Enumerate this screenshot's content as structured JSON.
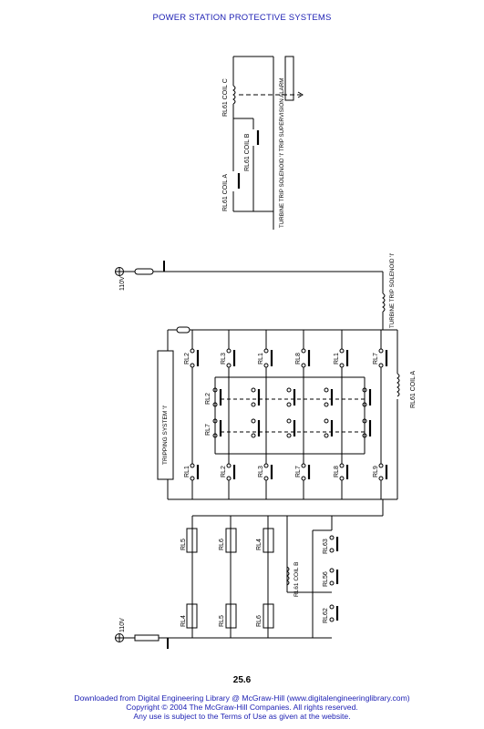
{
  "header": {
    "title": "POWER STATION PROTECTIVE SYSTEMS"
  },
  "diagram": {
    "supply_top": "110V",
    "supply_bottom": "110V",
    "coils": {
      "rl61_coil_c": "RL61 COIL C",
      "rl61_coil_b": "RL61 COIL B",
      "rl61_coil_a": "RL61 COIL A",
      "rl61_coil_b_lower": "RL61 COIL B",
      "rl61_coil_a_right": "RL61 COIL A"
    },
    "solenoids": {
      "trip_solenoid_top": "TURBINE TRIP SOLENOID 'I' TRIP SUPERVISION ALARM",
      "trip_solenoid_mid": "TURBINE TRIP SOLENOID 'I'"
    },
    "tripping_system": "TRIPPING SYSTEM 'I'",
    "relays": {
      "top_row": [
        "RL2",
        "RL3",
        "RL1",
        "RL8",
        "RL1",
        "RL7"
      ],
      "middle_row": [
        "RL2",
        "RL7"
      ],
      "bottom_row": [
        "RL1",
        "RL2",
        "RL3",
        "RL7",
        "RL8",
        "RL9"
      ],
      "lower_upper": [
        "RL5",
        "RL6",
        "RL4"
      ],
      "lower_lower": [
        "RL4",
        "RL5",
        "RL6"
      ],
      "lower_right": [
        "RL63",
        "RL56",
        "RL62"
      ]
    }
  },
  "page": {
    "number": "25.6",
    "footer_line1": "Downloaded from Digital Engineering Library @ McGraw-Hill (www.digitalengineeringlibrary.com)",
    "footer_line2": "Copyright © 2004 The McGraw-Hill Companies. All rights reserved.",
    "footer_line3": "Any use is subject to the Terms of Use as given at the website."
  }
}
